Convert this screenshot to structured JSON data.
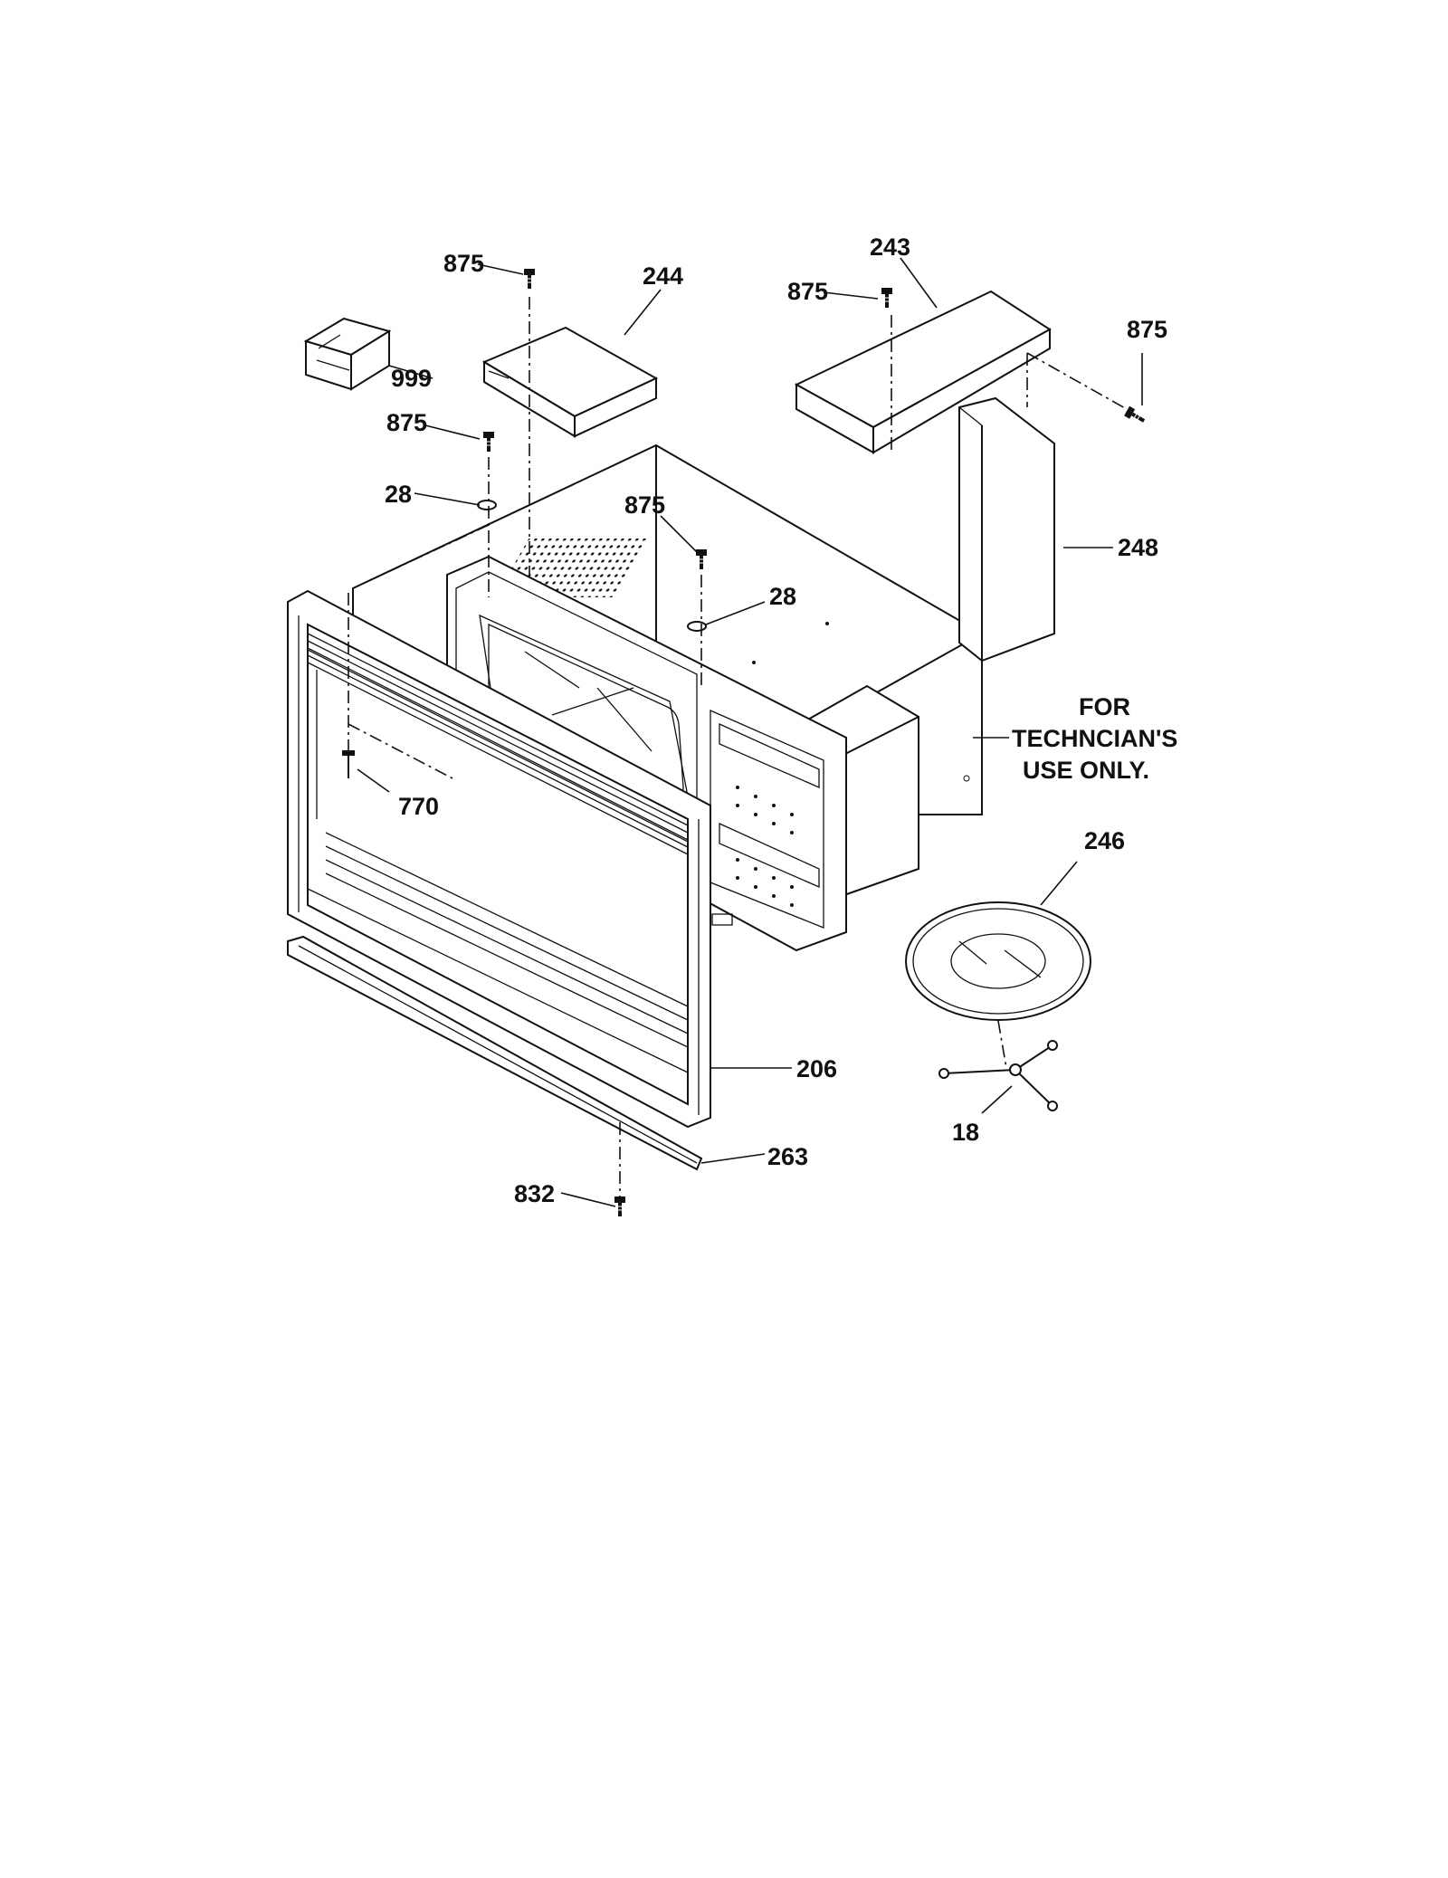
{
  "callouts": {
    "c875_a": "875",
    "c244": "244",
    "c243": "243",
    "c875_b": "875",
    "c875_c": "875",
    "c999": "999",
    "c875_d": "875",
    "c28_a": "28",
    "c875_e": "875",
    "c28_b": "28",
    "c248": "248",
    "c770": "770",
    "c246": "246",
    "c206": "206",
    "c18": "18",
    "c263": "263",
    "c832": "832"
  },
  "note": {
    "line1": "FOR",
    "line2": "TECHNCIAN'S",
    "line3": "USE ONLY."
  },
  "icons": [
    "screw-icon",
    "washer-icon",
    "box-icon"
  ]
}
